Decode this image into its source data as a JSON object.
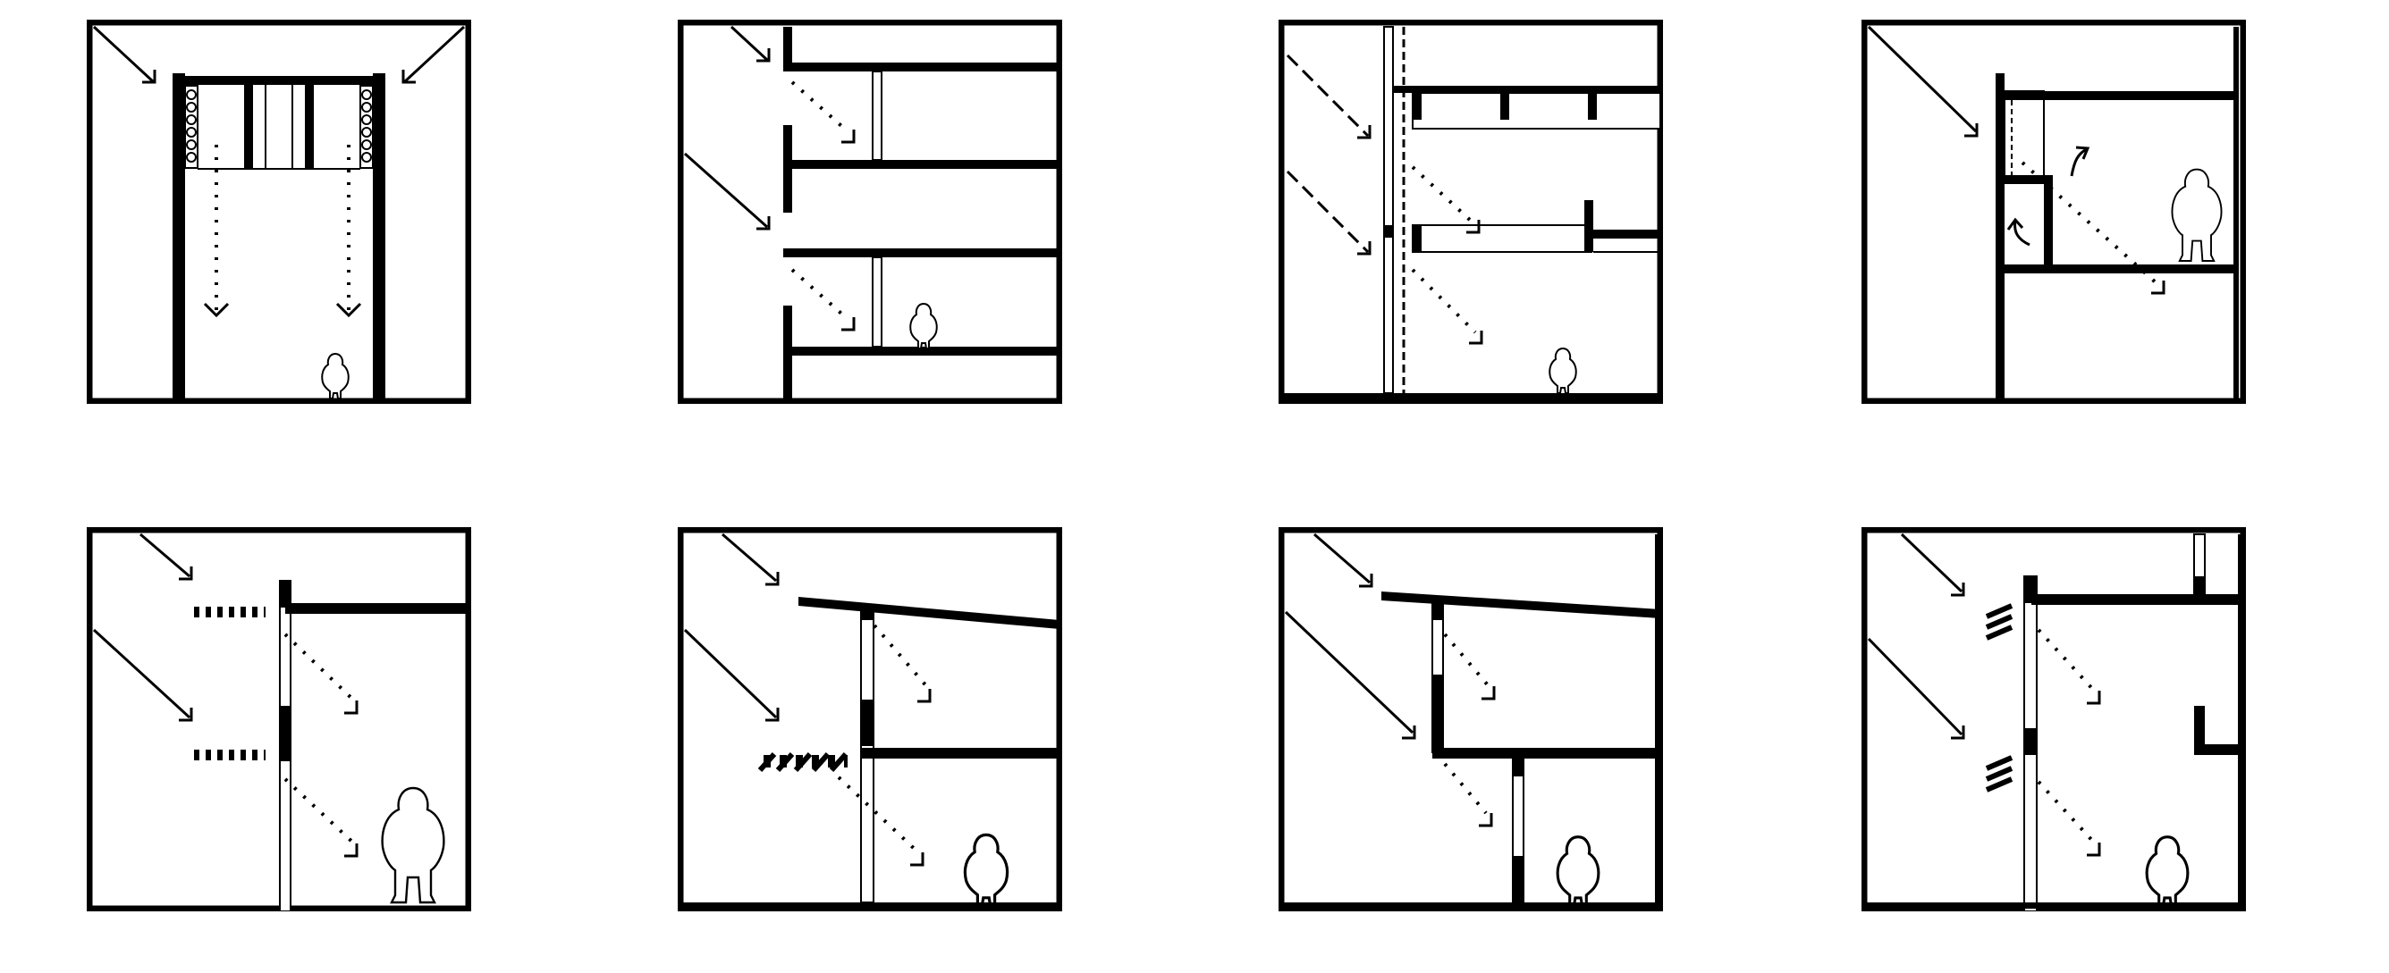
{
  "title": "",
  "colors": {
    "ink": "#000000",
    "paper": "#ffffff",
    "glass": "#ffffff"
  },
  "panels": [
    {
      "id": "p1",
      "row": 1,
      "col": 1,
      "theme": "atrium-skylight-light-shaft"
    },
    {
      "id": "p2",
      "row": 1,
      "col": 2,
      "theme": "stepped-overhang-section-light"
    },
    {
      "id": "p3",
      "row": 1,
      "col": 3,
      "theme": "louvred-floor-daylight"
    },
    {
      "id": "p4",
      "row": 1,
      "col": 4,
      "theme": "ventilated-double-facade"
    },
    {
      "id": "p5",
      "row": 2,
      "col": 1,
      "theme": "horizontal-louvre-shading"
    },
    {
      "id": "p6",
      "row": 2,
      "col": 2,
      "theme": "sloped-roof-angled-louvre"
    },
    {
      "id": "p7",
      "row": 2,
      "col": 3,
      "theme": "clerestory-split-level"
    },
    {
      "id": "p8",
      "row": 2,
      "col": 4,
      "theme": "vertical-fin-shading"
    }
  ]
}
